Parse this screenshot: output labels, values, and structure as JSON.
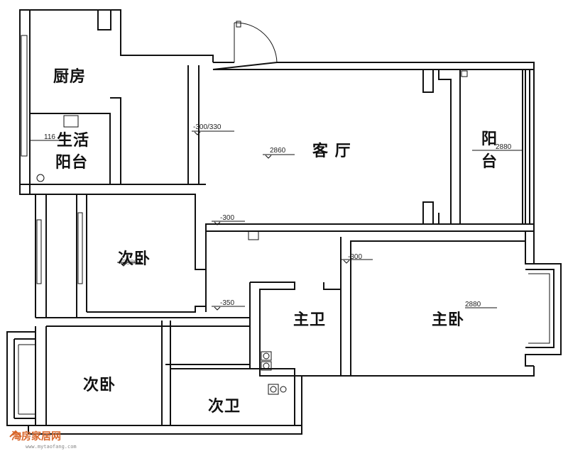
{
  "rooms": {
    "kitchen": "厨房",
    "utility_line1": "生活",
    "utility_line2": "阳台",
    "living": "客  厅",
    "balcony_line1": "阳",
    "balcony_line2": "台",
    "bedroom2_upper": "次卧",
    "bedroom2_lower": "次卧",
    "master_bath": "主卫",
    "master_bed": "主卧",
    "second_bath": "次卫"
  },
  "dimensions": {
    "utility": "116",
    "living_ceiling": "-300/330",
    "living_width": "2860",
    "balcony_width": "2880",
    "corridor_upper": "-300",
    "master_ceiling": "-300",
    "bedroom2_width": "2880",
    "corridor_lower": "-350",
    "master_width": "2880"
  },
  "logo": {
    "name": "淘房家居网",
    "url": "www.mytaofang.com"
  }
}
